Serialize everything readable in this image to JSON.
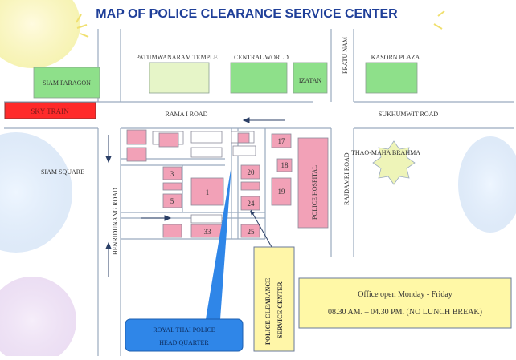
{
  "title": "MAP OF POLICE CLEARANCE SERVICE CENTER",
  "colors": {
    "title": "#1f3f99",
    "road_line": "#9aaabf",
    "building_pink": "#f2a1b7",
    "building_green": "#8ee08a",
    "temple_green": "#e6f5c8",
    "skytrain_red": "#ff2a2a",
    "callout_blue": "#2f86e8",
    "note_yellow": "#fff8a6",
    "label_yellow": "#fff6a8",
    "shrine": "#eef4b8"
  },
  "labels": {
    "siam_paragon": "SIAM PARAGON",
    "skytrain": "SKY TRAIN",
    "patumwanaram_temple": "PATUMWANARAM TEMPLE",
    "central_world": "CENTRAL WORLD",
    "izatan": "IZATAN",
    "pratu_nam": "PRATU NAM",
    "kasorn_plaza": "KASORN PLAZA",
    "rama_i_road": "RAMA I ROAD",
    "sukhumwit_road": "SUKHUMWIT ROAD",
    "thao_maha_brahma": "THAO-MAHA BRAHMA",
    "siam_square": "SIAM SQUARE",
    "henridunang_road": "HENRIDUNANG ROAD",
    "rajdamri_road": "RAJDAMRI ROAD",
    "police_hospital": "POLICE HOSPITAL",
    "royal_thai_police_line1": "ROYAL THAI POLICE",
    "royal_thai_police_line2": "HEAD QUARTER",
    "clearance_line1": "POLICE CLEARANCE",
    "clearance_line2": "SERVICE CENTER"
  },
  "building_numbers": {
    "b1": "1",
    "b3": "3",
    "b5": "5",
    "b17": "17",
    "b18": "18",
    "b19": "19",
    "b20": "20",
    "b24": "24",
    "b25": "25",
    "b33": "33"
  },
  "office_hours": {
    "line1": "Office open  Monday  - Friday",
    "line2": "08.30 AM. –  04.30 PM. (NO LUNCH BREAK)"
  }
}
